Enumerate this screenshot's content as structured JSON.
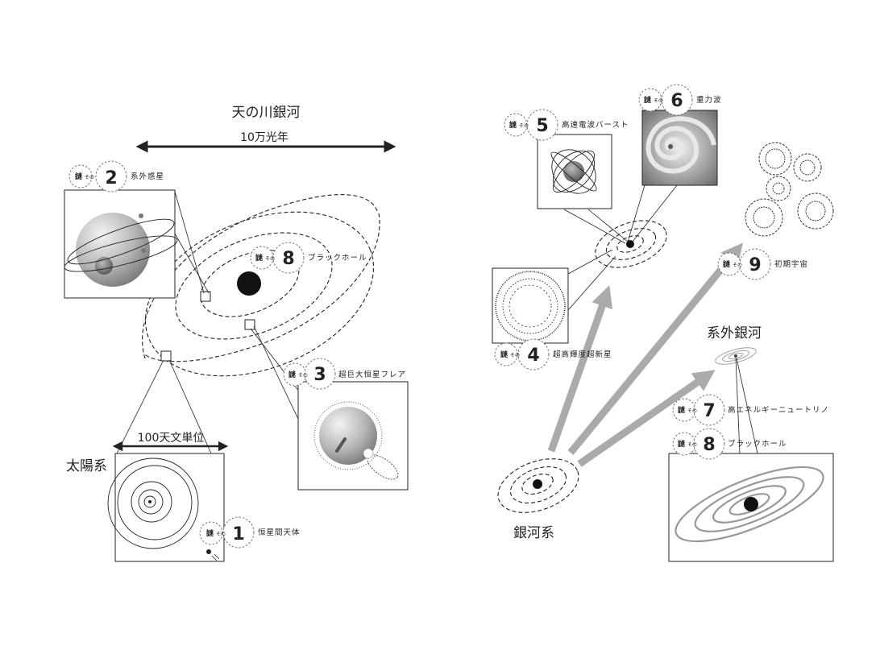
{
  "milky_way": {
    "title": "天の川銀河",
    "scale": "10万光年"
  },
  "solar_system": {
    "title": "太陽系",
    "scale": "100天文単位"
  },
  "galaxy_labels": {
    "our_galaxy": "銀河系",
    "external_galaxy": "系外銀河"
  },
  "badge_prefix": {
    "nazo": "謎",
    "sono": "その"
  },
  "mysteries": [
    {
      "number": "1",
      "label": "恒星間天体"
    },
    {
      "number": "2",
      "label": "系外惑星"
    },
    {
      "number": "3",
      "label": "超巨大恒星フレア"
    },
    {
      "number": "4",
      "label": "超高輝度超新星"
    },
    {
      "number": "5",
      "label": "高速電波バースト"
    },
    {
      "number": "6",
      "label": "重力波"
    },
    {
      "number": "7",
      "label": "高エネルギーニュートリノ"
    },
    {
      "number": "8",
      "label": "ブラックホール"
    },
    {
      "number": "8",
      "label": "ブラックホール"
    },
    {
      "number": "9",
      "label": "初期宇宙"
    }
  ],
  "colors": {
    "ink": "#222222",
    "arrow_gray": "#aaaaaa",
    "orbit_gray": "#999999"
  }
}
